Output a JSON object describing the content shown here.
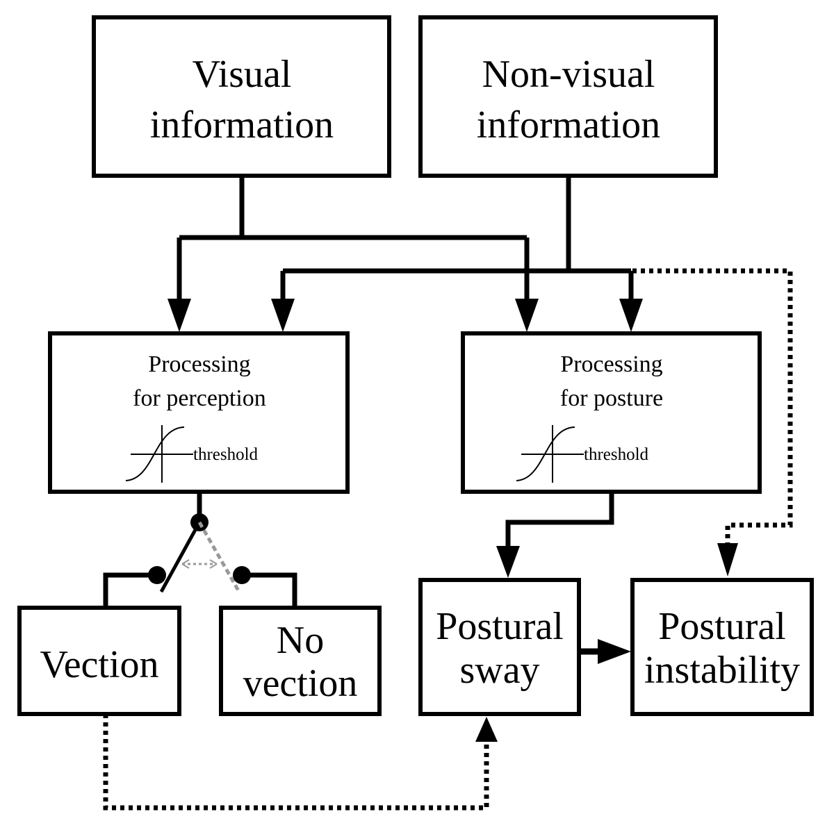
{
  "nodes": {
    "visual": {
      "line1": "Visual",
      "line2": "information"
    },
    "nonvisual": {
      "line1": "Non-visual",
      "line2": "information"
    },
    "perception": {
      "line1": "Processing",
      "line2": "for perception",
      "threshold": "threshold"
    },
    "posture": {
      "line1": "Processing",
      "line2": "for posture",
      "threshold": "threshold"
    },
    "vection": {
      "line1": "Vection"
    },
    "novection": {
      "line1": "No",
      "line2": "vection"
    },
    "sway": {
      "line1": "Postural",
      "line2": "sway"
    },
    "instability": {
      "line1": "Postural",
      "line2": "instability"
    }
  },
  "colors": {
    "stroke": "#000000",
    "switch_alt": "#999999"
  }
}
